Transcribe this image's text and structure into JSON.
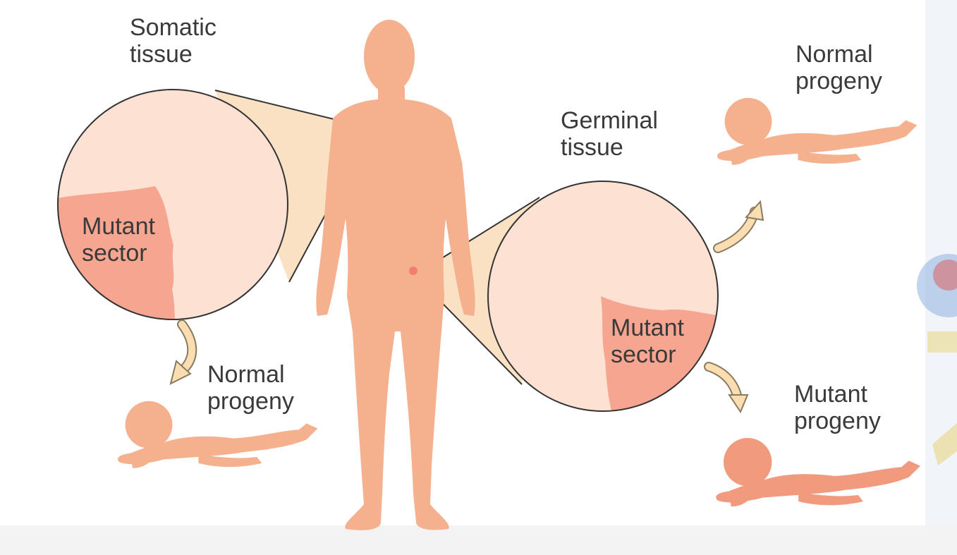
{
  "labels": {
    "somatic_tissue": [
      "Somatic",
      "tissue"
    ],
    "germinal_tissue": [
      "Germinal",
      "tissue"
    ],
    "somatic_mutant_sector": [
      "Mutant",
      "sector"
    ],
    "germinal_mutant_sector": [
      "Mutant",
      "sector"
    ],
    "somatic_normal_progeny": [
      "Normal",
      "progeny"
    ],
    "germinal_normal_progeny": [
      "Normal",
      "progeny"
    ],
    "germinal_mutant_progeny": [
      "Mutant",
      "progeny"
    ]
  },
  "colors": {
    "skin": "#f5b08e",
    "skin_mutant": "#f29a7e",
    "magnifier_fill": "#fde1d3",
    "mutant_fill": "#f6a690",
    "cone_fill": "#fad7b0",
    "arrow_fill": "#faddb0",
    "outline": "#333333",
    "text": "#3a3a3a"
  },
  "icons": {
    "human_figure": "human-body-silhouette",
    "baby": "crawling-baby-silhouette",
    "arrow": "curved-arrow"
  }
}
